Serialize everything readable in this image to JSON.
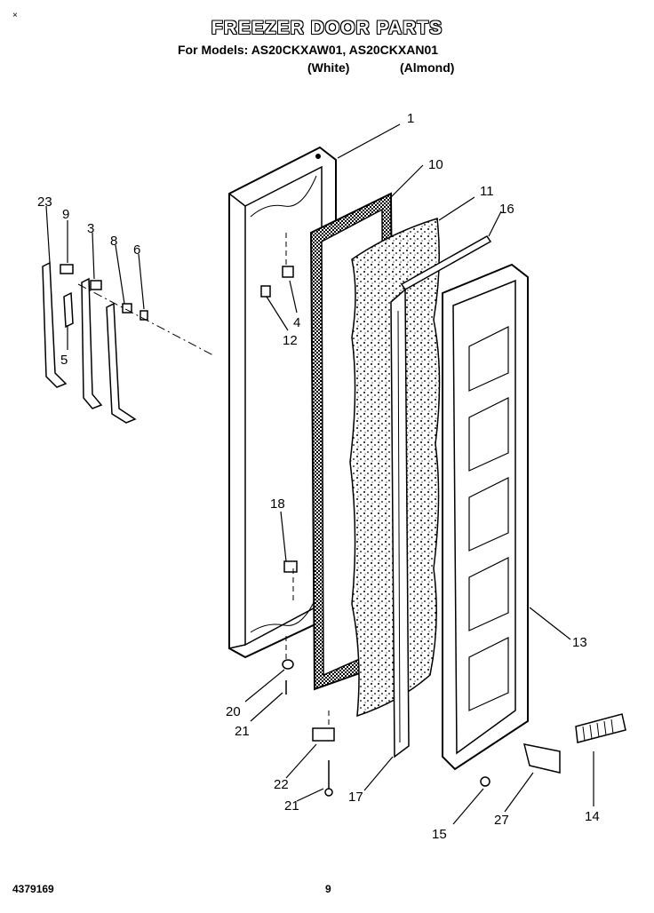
{
  "header": {
    "title": "FREEZER DOOR PARTS",
    "models_line": "For Models: AS20CKXAW01, AS20CKXAN01",
    "variant_white": "(White)",
    "variant_almond": "(Almond)",
    "corner_mark": "×"
  },
  "callouts": [
    {
      "id": "1",
      "text": "1"
    },
    {
      "id": "10",
      "text": "10"
    },
    {
      "id": "11",
      "text": "11"
    },
    {
      "id": "16",
      "text": "16"
    },
    {
      "id": "23",
      "text": "23"
    },
    {
      "id": "9",
      "text": "9"
    },
    {
      "id": "3",
      "text": "3"
    },
    {
      "id": "8",
      "text": "8"
    },
    {
      "id": "6",
      "text": "6"
    },
    {
      "id": "4",
      "text": "4"
    },
    {
      "id": "12",
      "text": "12"
    },
    {
      "id": "5",
      "text": "5"
    },
    {
      "id": "18",
      "text": "18"
    },
    {
      "id": "13",
      "text": "13"
    },
    {
      "id": "20",
      "text": "20"
    },
    {
      "id": "21a",
      "text": "21"
    },
    {
      "id": "22",
      "text": "22"
    },
    {
      "id": "21b",
      "text": "21"
    },
    {
      "id": "17",
      "text": "17"
    },
    {
      "id": "15",
      "text": "15"
    },
    {
      "id": "27",
      "text": "27"
    },
    {
      "id": "14",
      "text": "14"
    }
  ],
  "footer": {
    "doc_number": "4379169",
    "page_number": "9"
  }
}
